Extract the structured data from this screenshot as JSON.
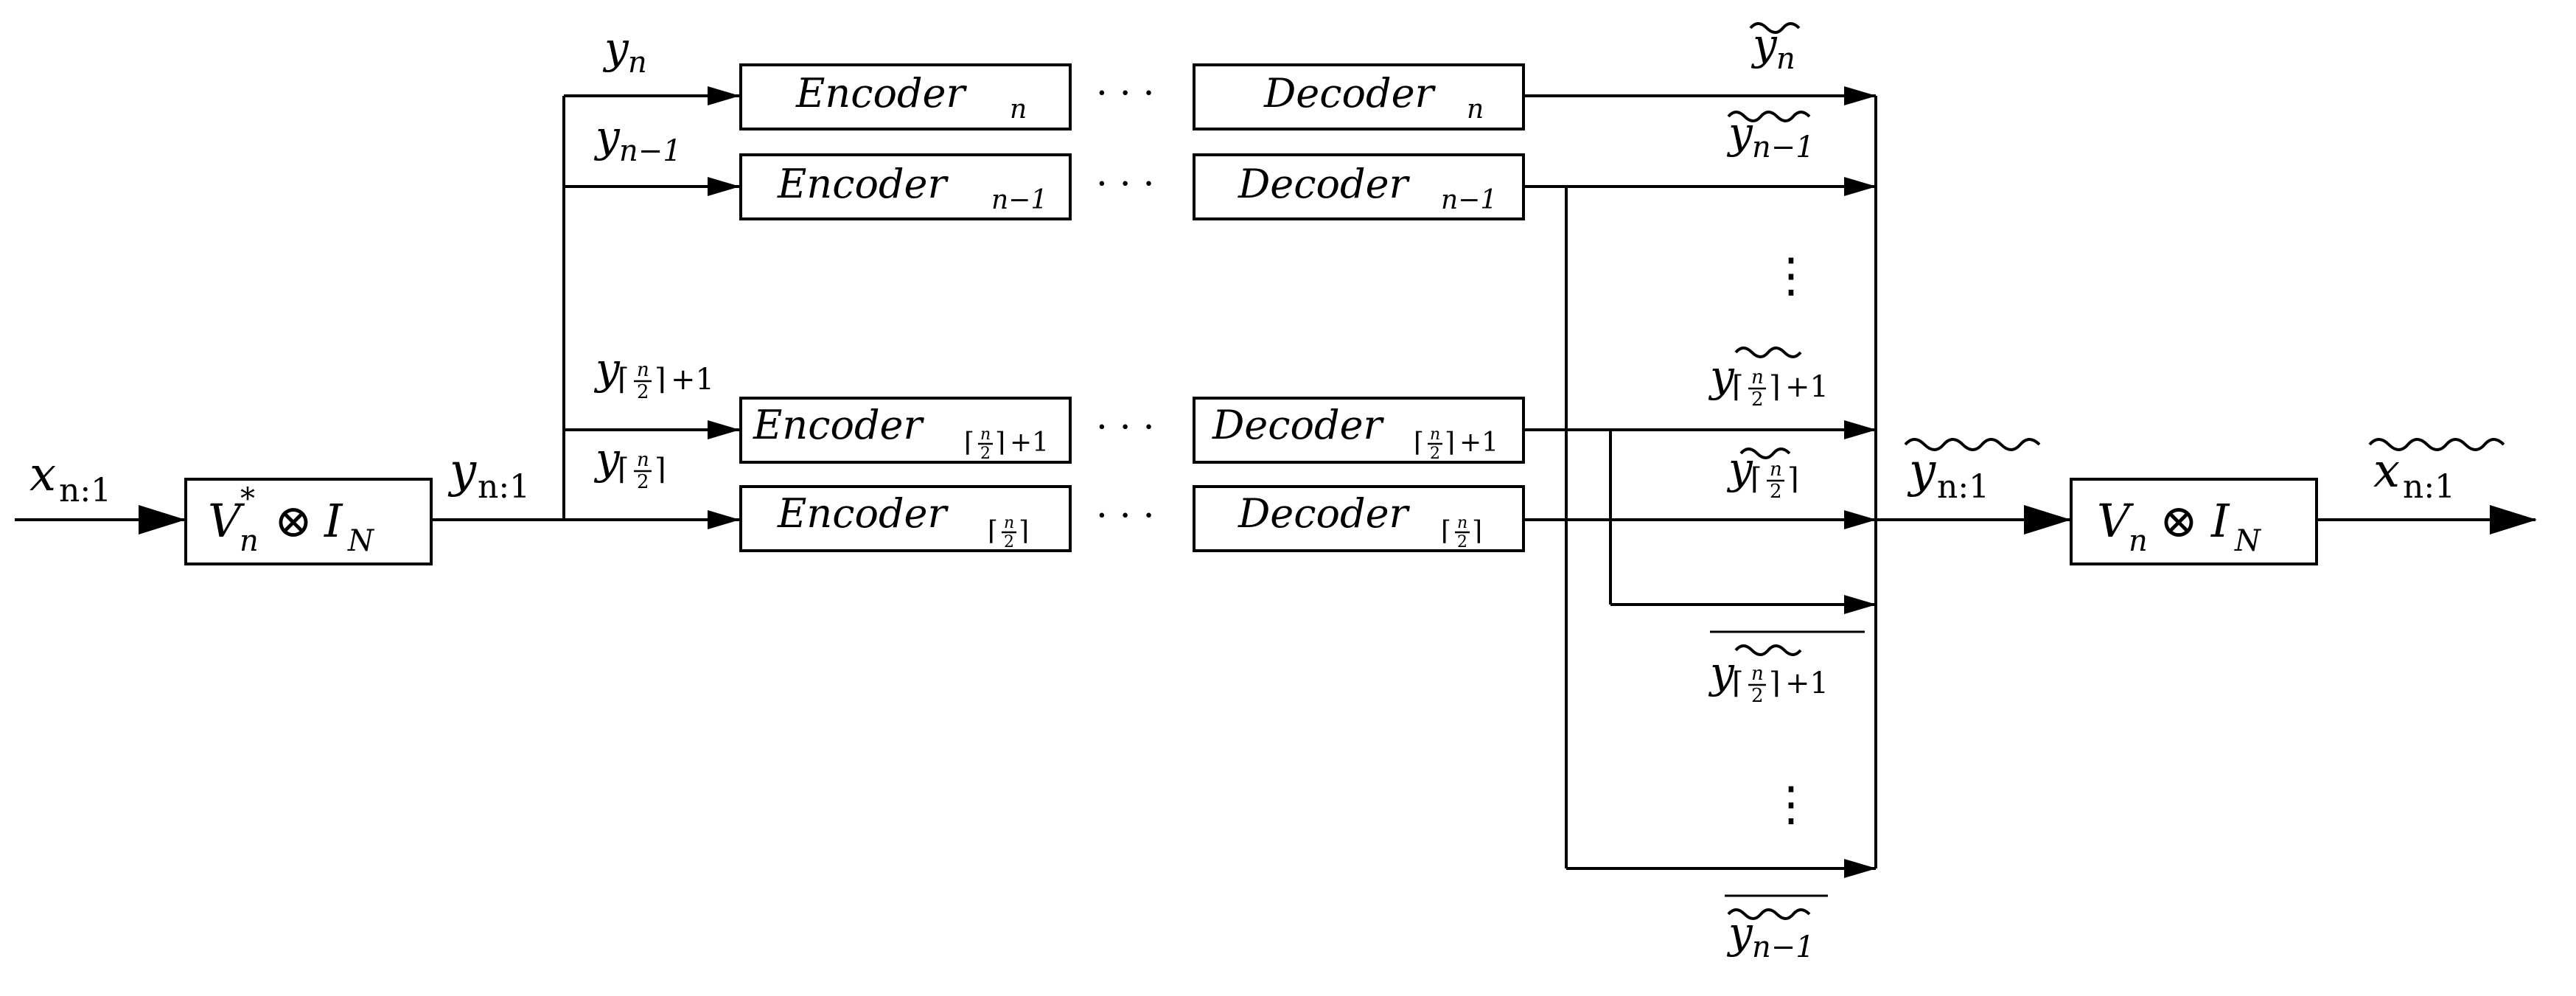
{
  "left_block": {
    "input": {
      "base": "x",
      "sub": "n:1"
    },
    "label_base": "V",
    "label_sub": "n",
    "label_sup": "*",
    "label_op": "⊗",
    "label_i": "I",
    "label_isub": "N",
    "output": {
      "base": "y",
      "sub": "n:1"
    }
  },
  "branches": {
    "b0": {
      "signal_base": "y",
      "signal_sub": "n",
      "encoder": "Encoder",
      "encoder_sub": "n",
      "decoder": "Decoder",
      "decoder_sub": "n"
    },
    "b1": {
      "signal_base": "y",
      "signal_sub": "n−1",
      "encoder": "Encoder",
      "encoder_sub": "n−1",
      "decoder": "Decoder",
      "decoder_sub": "n−1"
    },
    "b2": {
      "signal_base": "y",
      "signal_frac_num": "n",
      "signal_frac_den": "2",
      "signal_suffix": "+1",
      "encoder": "Encoder",
      "decoder": "Decoder",
      "frac_num": "n",
      "frac_den": "2",
      "suffix": "+1"
    },
    "b3": {
      "signal_base": "y",
      "signal_frac_num": "n",
      "signal_frac_den": "2",
      "signal_suffix": "",
      "encoder": "Encoder",
      "decoder": "Decoder",
      "frac_num": "n",
      "frac_den": "2",
      "suffix": ""
    },
    "ellipsis": "· · ·"
  },
  "outputs": {
    "o0": {
      "base": "y",
      "sub": "n"
    },
    "o1": {
      "base": "y",
      "sub": "n−1"
    },
    "o2": {
      "base": "y",
      "frac_num": "n",
      "frac_den": "2",
      "suffix": "+1"
    },
    "o3": {
      "base": "y",
      "frac_num": "n",
      "frac_den": "2",
      "suffix": ""
    },
    "o4": {
      "base": "y",
      "frac_num": "n",
      "frac_den": "2",
      "suffix": "+1"
    },
    "o5": {
      "base": "y",
      "sub": "n−1"
    },
    "vdots": "⋮"
  },
  "right_block": {
    "input": {
      "base": "y",
      "sub": "n:1"
    },
    "label_base": "V",
    "label_sub": "n",
    "label_op": "⊗",
    "label_i": "I",
    "label_isub": "N",
    "output": {
      "base": "x",
      "sub": "n:1"
    }
  }
}
